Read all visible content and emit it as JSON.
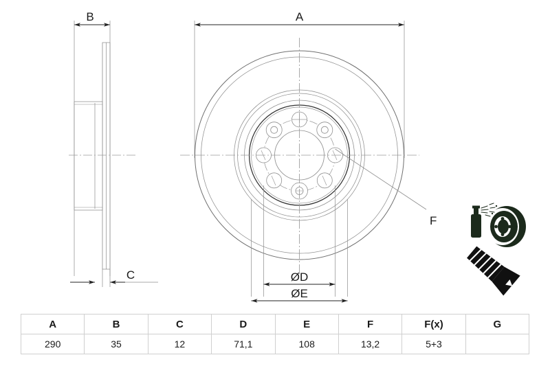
{
  "drawing": {
    "title": "Brake disc technical drawing",
    "dimension_labels": {
      "a": "A",
      "b": "B",
      "c": "C",
      "f": "F",
      "diameter_d": "ØD",
      "diameter_e": "ØE"
    },
    "views": {
      "side_view_name": "side-section-view",
      "front_view_name": "front-face-view"
    },
    "icons": {
      "spray_disc": "spray-can-and-disc-icon",
      "screw": "countersunk-screw-icon"
    },
    "colors": {
      "line": "#555555",
      "line_dark": "#1a1a1a",
      "centerline": "#999999",
      "icon_dark": "#1c2a1c",
      "table_border": "#cfcfcf"
    }
  },
  "spec_table": {
    "name": "dimensions-table",
    "headers": [
      "A",
      "B",
      "C",
      "D",
      "E",
      "F",
      "F(x)",
      "G"
    ],
    "values": [
      "290",
      "35",
      "12",
      "71,1",
      "108",
      "13,2",
      "5+3",
      ""
    ]
  }
}
